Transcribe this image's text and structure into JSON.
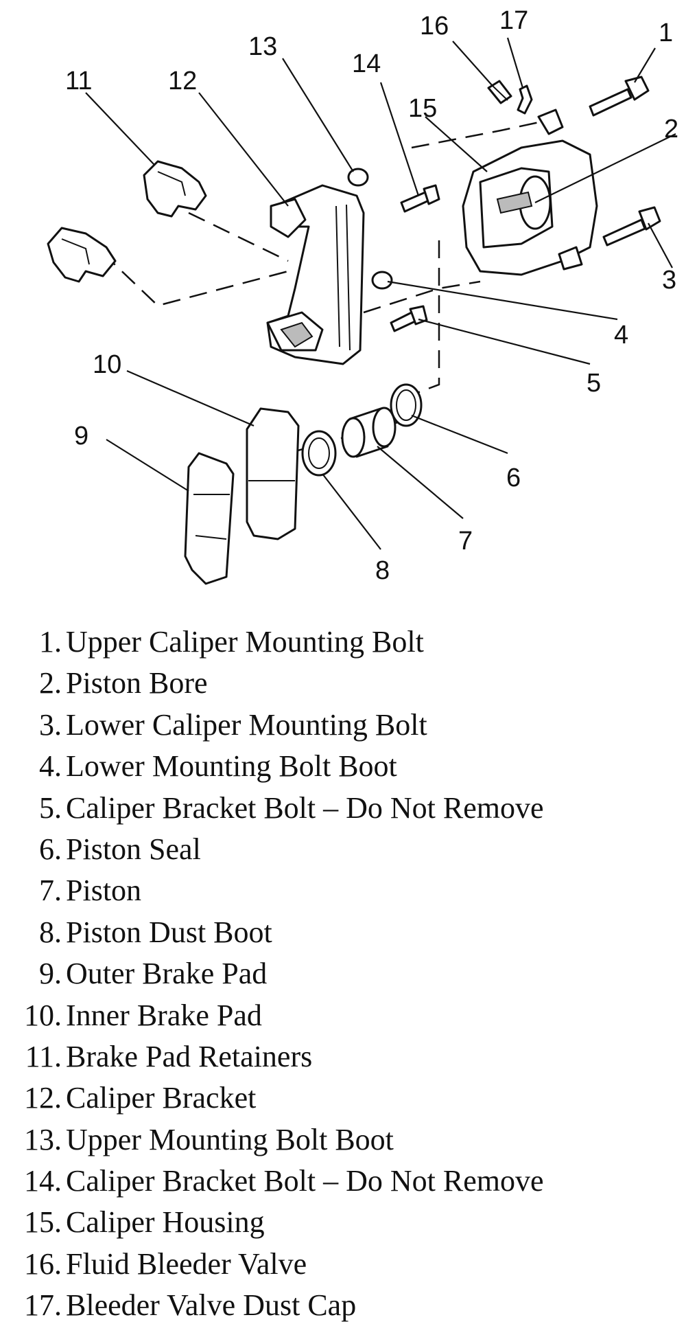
{
  "callouts": [
    "1",
    "2",
    "3",
    "4",
    "5",
    "6",
    "7",
    "8",
    "9",
    "10",
    "11",
    "12",
    "13",
    "14",
    "15",
    "16",
    "17"
  ],
  "legend": [
    {
      "num": "1.",
      "text": "Upper Caliper Mounting Bolt"
    },
    {
      "num": "2.",
      "text": "Piston Bore"
    },
    {
      "num": "3.",
      "text": "Lower Caliper Mounting Bolt"
    },
    {
      "num": "4.",
      "text": "Lower Mounting Bolt Boot"
    },
    {
      "num": "5.",
      "text": "Caliper Bracket Bolt – Do Not Remove"
    },
    {
      "num": "6.",
      "text": "Piston Seal"
    },
    {
      "num": "7.",
      "text": "Piston"
    },
    {
      "num": "8.",
      "text": "Piston Dust Boot"
    },
    {
      "num": "9.",
      "text": "Outer Brake Pad"
    },
    {
      "num": "10.",
      "text": "Inner Brake Pad"
    },
    {
      "num": "11.",
      "text": "Brake Pad Retainers"
    },
    {
      "num": "12.",
      "text": "Caliper Bracket"
    },
    {
      "num": "13.",
      "text": "Upper Mounting Bolt Boot"
    },
    {
      "num": "14.",
      "text": "Caliper Bracket Bolt – Do Not Remove"
    },
    {
      "num": "15.",
      "text": "Caliper Housing"
    },
    {
      "num": "16.",
      "text": "Fluid Bleeder Valve"
    },
    {
      "num": "17.",
      "text": "Bleeder Valve Dust Cap"
    }
  ]
}
